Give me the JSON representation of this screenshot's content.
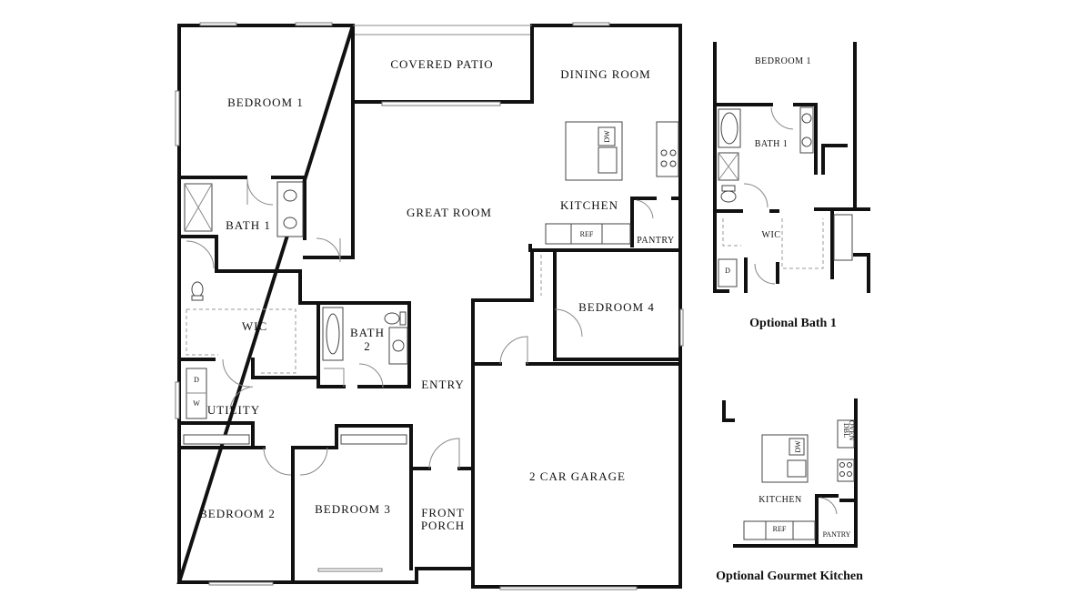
{
  "main_plan": {
    "rooms": {
      "bedroom1": "BEDROOM 1",
      "covered_patio": "COVERED PATIO",
      "dining_room": "DINING ROOM",
      "bath1": "BATH 1",
      "great_room": "GREAT ROOM",
      "kitchen": "KITCHEN",
      "pantry": "PANTRY",
      "wic": "WIC",
      "bath2_line1": "BATH",
      "bath2_line2": "2",
      "bedroom4": "BEDROOM 4",
      "entry": "ENTRY",
      "utility": "UTILITY",
      "two_car_garage": "2 CAR GARAGE",
      "bedroom2": "BEDROOM 2",
      "bedroom3": "BEDROOM 3",
      "front_porch_line1": "FRONT",
      "front_porch_line2": "PORCH"
    },
    "fixtures": {
      "dw": "DW",
      "ref": "REF",
      "washer": "W",
      "dryer": "D"
    }
  },
  "optional_bath": {
    "caption": "Optional Bath 1",
    "rooms": {
      "bedroom1": "BEDROOM 1",
      "bath1": "BATH 1",
      "wic": "WIC",
      "dryer": "D"
    }
  },
  "optional_kitchen": {
    "caption": "Optional Gourmet Kitchen",
    "rooms": {
      "kitchen": "KITCHEN",
      "pantry": "PANTRY",
      "ref": "REF",
      "dw": "DW",
      "dbl_oven_line1": "DBL",
      "dbl_oven_line2": "OVEN"
    }
  }
}
